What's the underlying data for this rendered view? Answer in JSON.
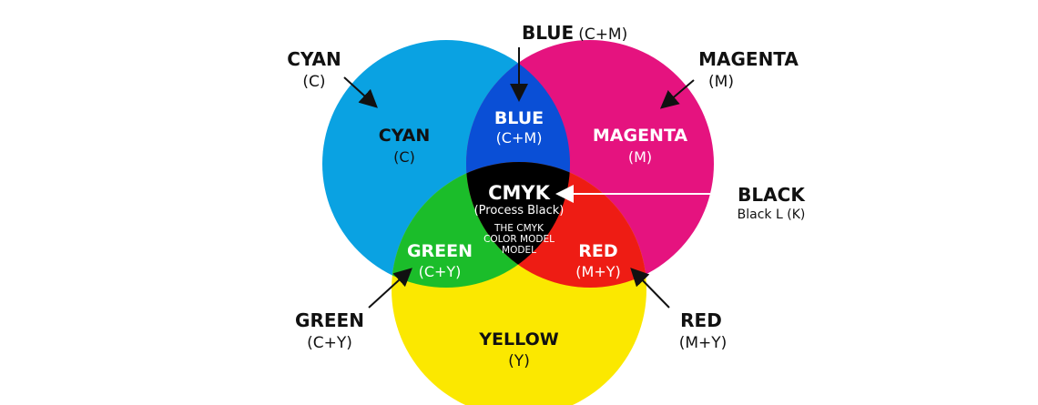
{
  "colors": {
    "cyan": "#0aa2e2",
    "magenta": "#e5137f",
    "yellow": "#fbe800",
    "blue": "#0a4fd6",
    "green": "#1bbd2a",
    "red": "#ee1c14",
    "black": "#000000"
  },
  "outer_labels": {
    "cyan": {
      "name": "CYAN",
      "code": "(C)"
    },
    "blue": {
      "name": "BLUE",
      "code": "(C+M)"
    },
    "magenta": {
      "name": "MAGENTA",
      "code": "(M)"
    },
    "black": {
      "name": "BLACK",
      "code": "Black L (K)"
    },
    "green": {
      "name": "GREEN",
      "code": "(C+Y)"
    },
    "red": {
      "name": "RED",
      "code": "(M+Y)"
    }
  },
  "inner_labels": {
    "cyan": {
      "name": "CYAN",
      "code": "(C)"
    },
    "blue": {
      "name": "BLUE",
      "code": "(C+M)"
    },
    "magenta": {
      "name": "MAGENTA",
      "code": "(M)"
    },
    "green": {
      "name": "GREEN",
      "code": "(C+Y)"
    },
    "red": {
      "name": "RED",
      "code": "(M+Y)"
    },
    "yellow": {
      "name": "YELLOW",
      "code": "(Y)"
    },
    "cmyk": {
      "name": "CMYK",
      "code": "(Process Black)",
      "note": [
        "THE CMYK",
        "COLOR MODEL",
        "MODEL"
      ]
    }
  }
}
